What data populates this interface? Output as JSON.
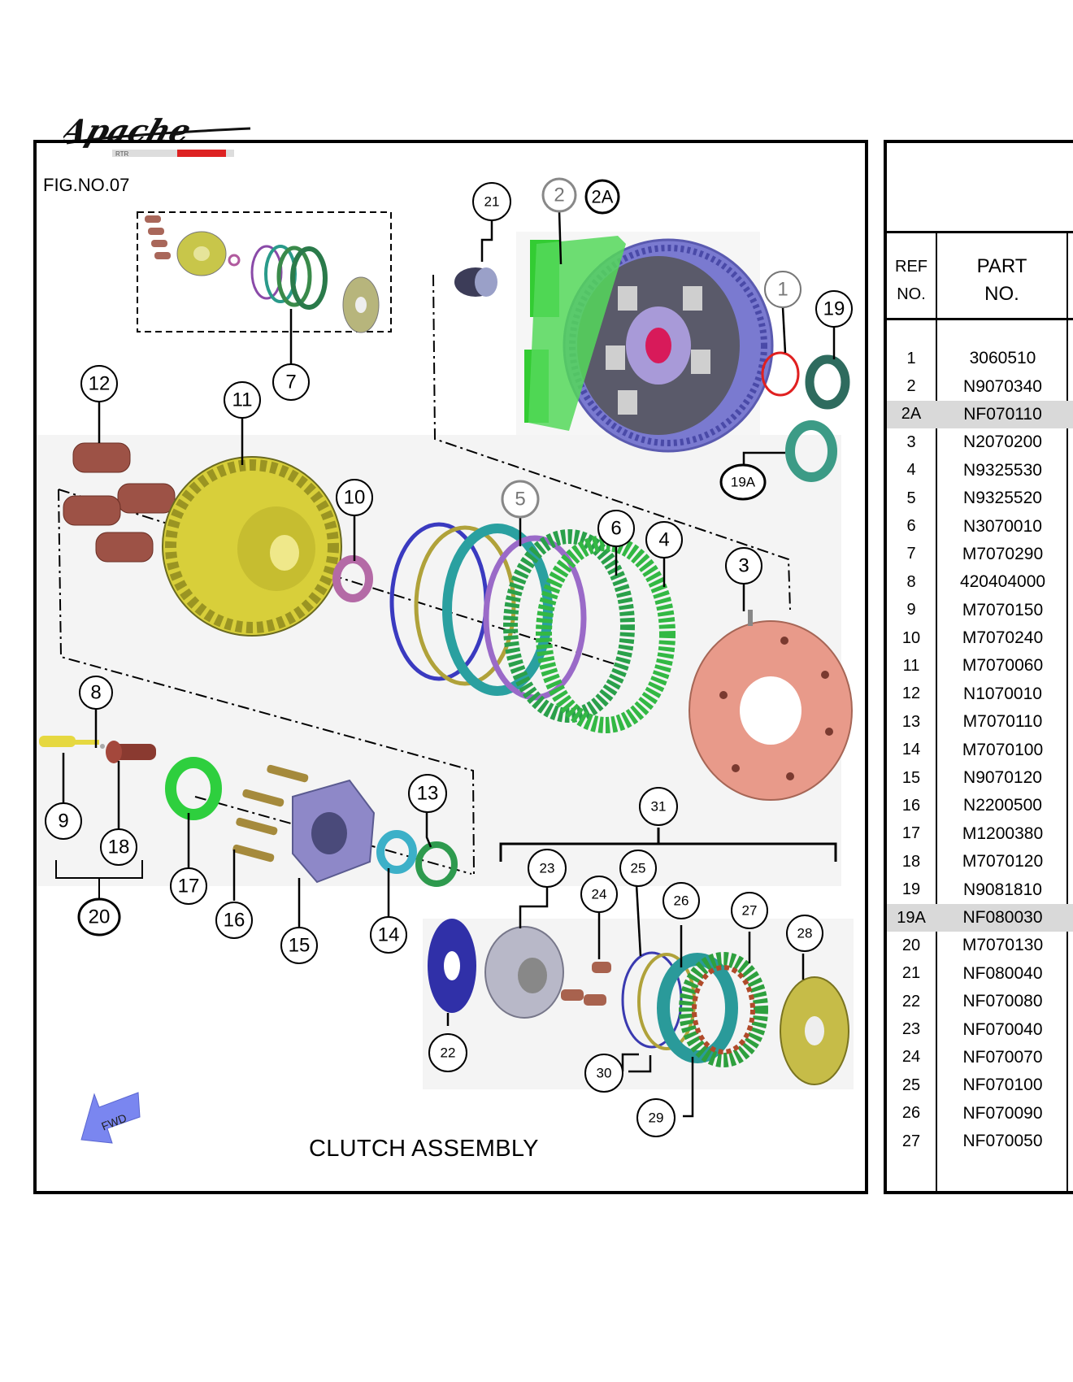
{
  "logo": {
    "brand": "Apache",
    "sub": "RTR"
  },
  "figure": {
    "label": "FIG.NO.07",
    "caption": "CLUTCH ASSEMBLY",
    "direction": "FWD"
  },
  "callouts": [
    "1",
    "2",
    "2A",
    "3",
    "4",
    "5",
    "6",
    "7",
    "8",
    "9",
    "10",
    "11",
    "12",
    "13",
    "14",
    "15",
    "16",
    "17",
    "18",
    "19",
    "19A",
    "20",
    "21",
    "22",
    "23",
    "24",
    "25",
    "26",
    "27",
    "28",
    "29",
    "30",
    "31"
  ],
  "table": {
    "header": {
      "ref_line1": "REF",
      "ref_line2": "NO.",
      "part_line1": "PART",
      "part_line2": "NO."
    },
    "rows": [
      {
        "ref": "1",
        "part": "3060510"
      },
      {
        "ref": "2",
        "part": "N9070340"
      },
      {
        "ref": "2A",
        "part": "NF070110",
        "highlight": true
      },
      {
        "ref": "3",
        "part": "N2070200"
      },
      {
        "ref": "4",
        "part": "N9325530"
      },
      {
        "ref": "5",
        "part": "N9325520"
      },
      {
        "ref": "6",
        "part": "N3070010"
      },
      {
        "ref": "7",
        "part": "M7070290"
      },
      {
        "ref": "8",
        "part": "420404000"
      },
      {
        "ref": "9",
        "part": "M7070150"
      },
      {
        "ref": "10",
        "part": "M7070240"
      },
      {
        "ref": "11",
        "part": "M7070060"
      },
      {
        "ref": "12",
        "part": "N1070010"
      },
      {
        "ref": "13",
        "part": "M7070110"
      },
      {
        "ref": "14",
        "part": "M7070100"
      },
      {
        "ref": "15",
        "part": "N9070120"
      },
      {
        "ref": "16",
        "part": "N2200500"
      },
      {
        "ref": "17",
        "part": "M1200380"
      },
      {
        "ref": "18",
        "part": "M7070120"
      },
      {
        "ref": "19",
        "part": "N9081810"
      },
      {
        "ref": "19A",
        "part": "NF080030",
        "highlight": true
      },
      {
        "ref": "20",
        "part": "M7070130"
      },
      {
        "ref": "21",
        "part": "NF080040"
      },
      {
        "ref": "22",
        "part": "NF070080"
      },
      {
        "ref": "23",
        "part": "NF070040"
      },
      {
        "ref": "24",
        "part": "NF070070"
      },
      {
        "ref": "25",
        "part": "NF070100"
      },
      {
        "ref": "26",
        "part": "NF070090"
      },
      {
        "ref": "27",
        "part": "NF070050"
      }
    ]
  }
}
